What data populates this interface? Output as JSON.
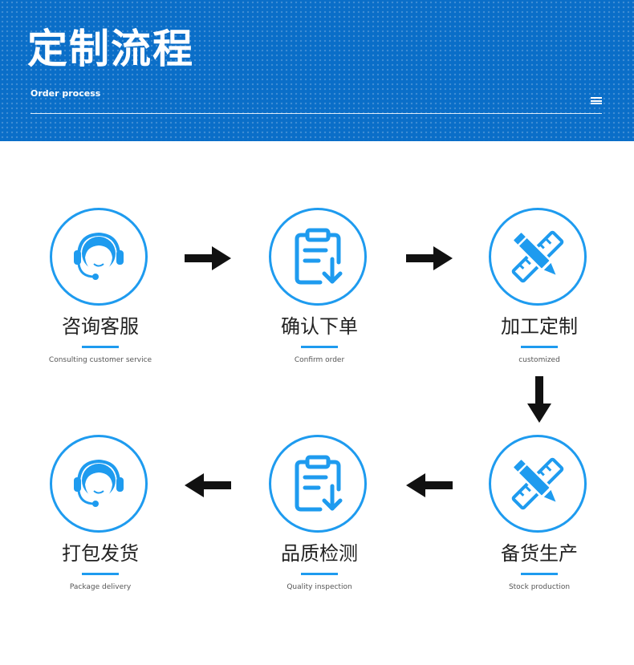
{
  "header": {
    "title": "定制流程",
    "subtitle": "Order process",
    "menu_icon": "hamburger-menu-icon"
  },
  "colors": {
    "banner": "#0a6ec8",
    "accent": "#1e9bef",
    "arrow": "#111111"
  },
  "steps": [
    {
      "title": "咨询客服",
      "subtitle": "Consulting customer service",
      "icon": "customer-service-headset-icon"
    },
    {
      "title": "确认下单",
      "subtitle": "Confirm order",
      "icon": "clipboard-checklist-icon"
    },
    {
      "title": "加工定制",
      "subtitle": "customized",
      "icon": "pencil-ruler-icon"
    },
    {
      "title": "备货生产",
      "subtitle": "Stock production",
      "icon": "pencil-ruler-icon"
    },
    {
      "title": "品质检测",
      "subtitle": "Quality inspection",
      "icon": "clipboard-checklist-icon"
    },
    {
      "title": "打包发货",
      "subtitle": "Package delivery",
      "icon": "customer-service-headset-icon"
    }
  ]
}
